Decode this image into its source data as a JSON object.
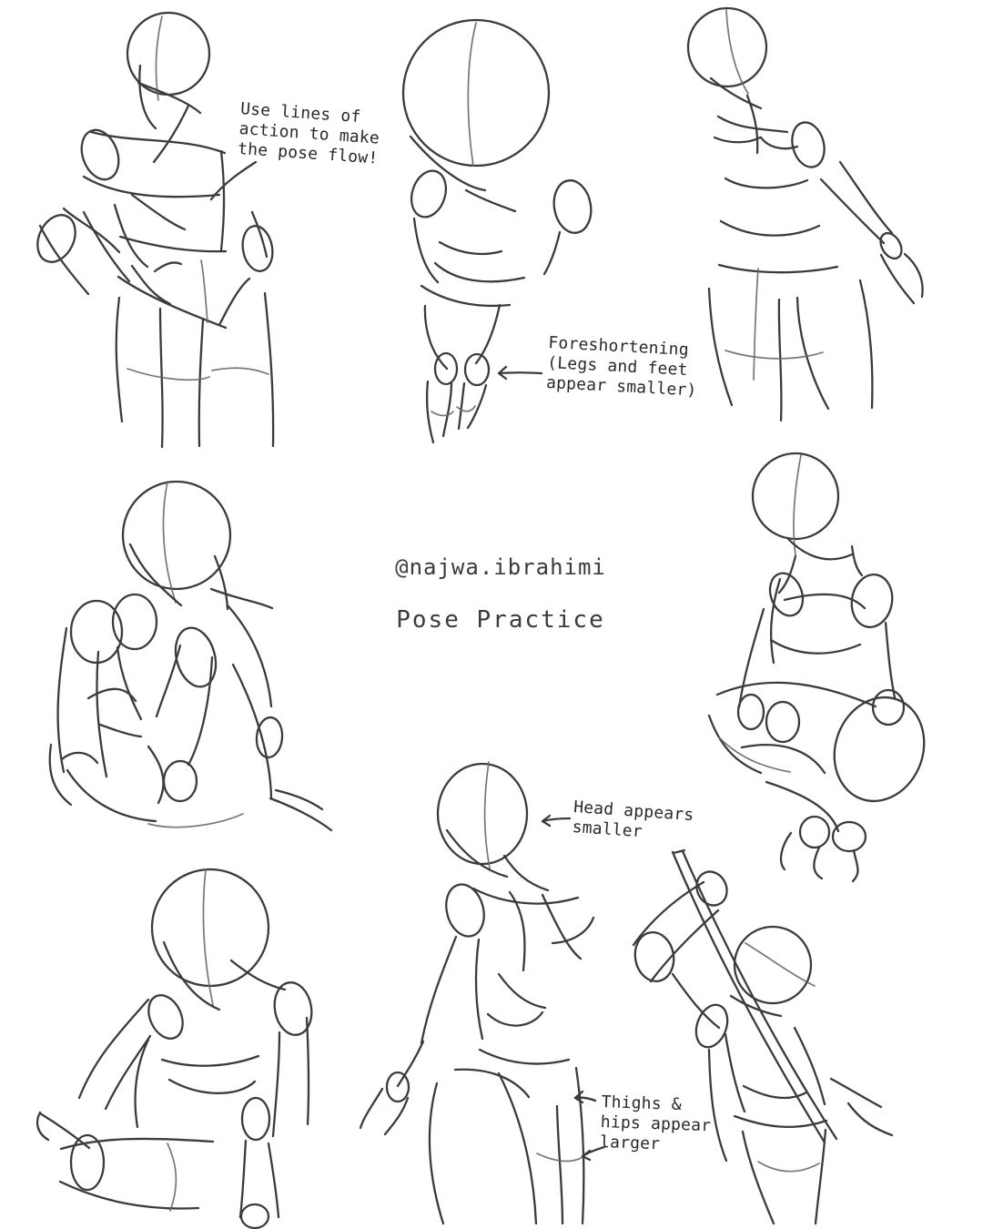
{
  "header": {
    "credit": "@najwa.ibrahimi",
    "title": "Pose Practice"
  },
  "annotations": [
    {
      "id": "line_of_action",
      "text": "Use lines of\naction to make\nthe pose flow!"
    },
    {
      "id": "foreshortening",
      "text": "Foreshortening\n(Legs and feet\nappear smaller)"
    },
    {
      "id": "head_smaller",
      "text": "Head appears\nsmaller"
    },
    {
      "id": "thighs_larger",
      "text": "Thighs &\nhips appear\nlarger"
    }
  ],
  "colors": {
    "background": "#ffffff",
    "ink": "#3f3a3a"
  },
  "figures": [
    {
      "id": "pose-1",
      "pose": "standing hand on hip"
    },
    {
      "id": "pose-2",
      "pose": "foreshortened from above"
    },
    {
      "id": "pose-3",
      "pose": "standing arm relaxed"
    },
    {
      "id": "pose-4",
      "pose": "seated knee raised"
    },
    {
      "id": "pose-5",
      "pose": "crouching"
    },
    {
      "id": "pose-6",
      "pose": "seated leaning"
    },
    {
      "id": "pose-7",
      "pose": "low angle walking"
    },
    {
      "id": "pose-8",
      "pose": "raising sword"
    }
  ]
}
